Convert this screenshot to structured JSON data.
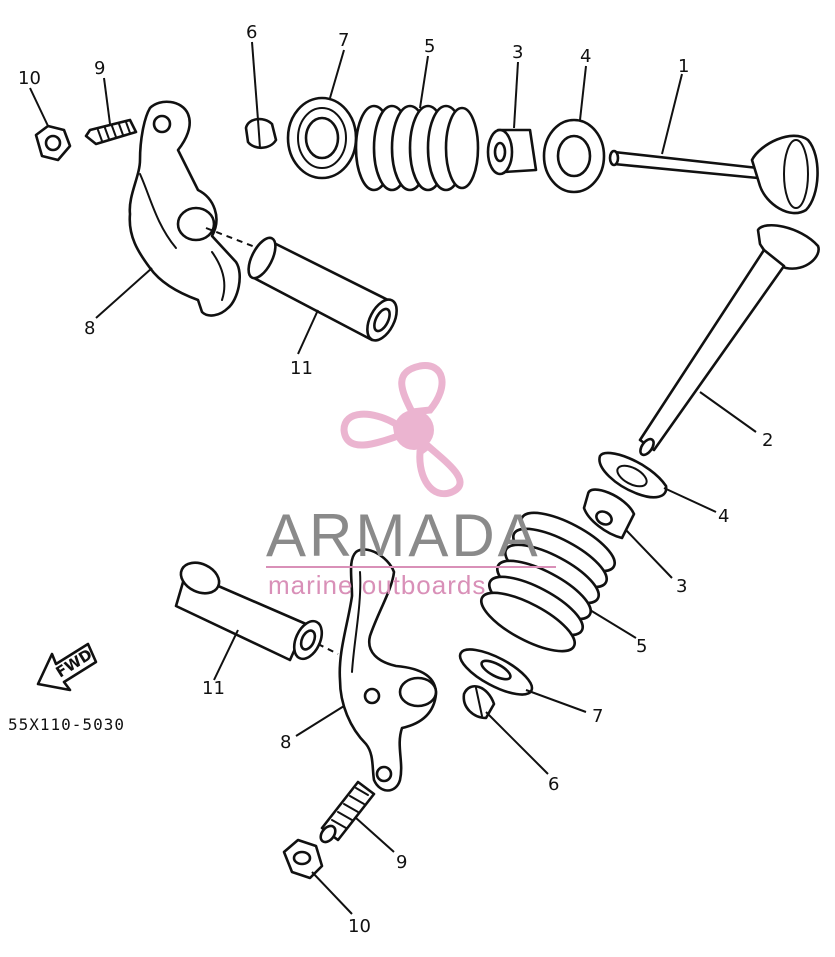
{
  "diagram": {
    "part_code": "55X110-5030",
    "direction_label": "FWD",
    "callouts": {
      "c1": "1",
      "c2": "2",
      "c3a": "3",
      "c3b": "3",
      "c4a": "4",
      "c4b": "4",
      "c5a": "5",
      "c5b": "5",
      "c6a": "6",
      "c6b": "6",
      "c7a": "7",
      "c7b": "7",
      "c8a": "8",
      "c8b": "8",
      "c9a": "9",
      "c9b": "9",
      "c10a": "10",
      "c10b": "10",
      "c11a": "11",
      "c11b": "11"
    }
  },
  "watermark": {
    "brand": "ARMADA",
    "tagline": "marine outboards",
    "icon": "propeller-logo-icon",
    "colors": {
      "logo": "#e8a8c8",
      "brand_text": "#8a8a8a",
      "tagline": "#d990b8"
    }
  }
}
